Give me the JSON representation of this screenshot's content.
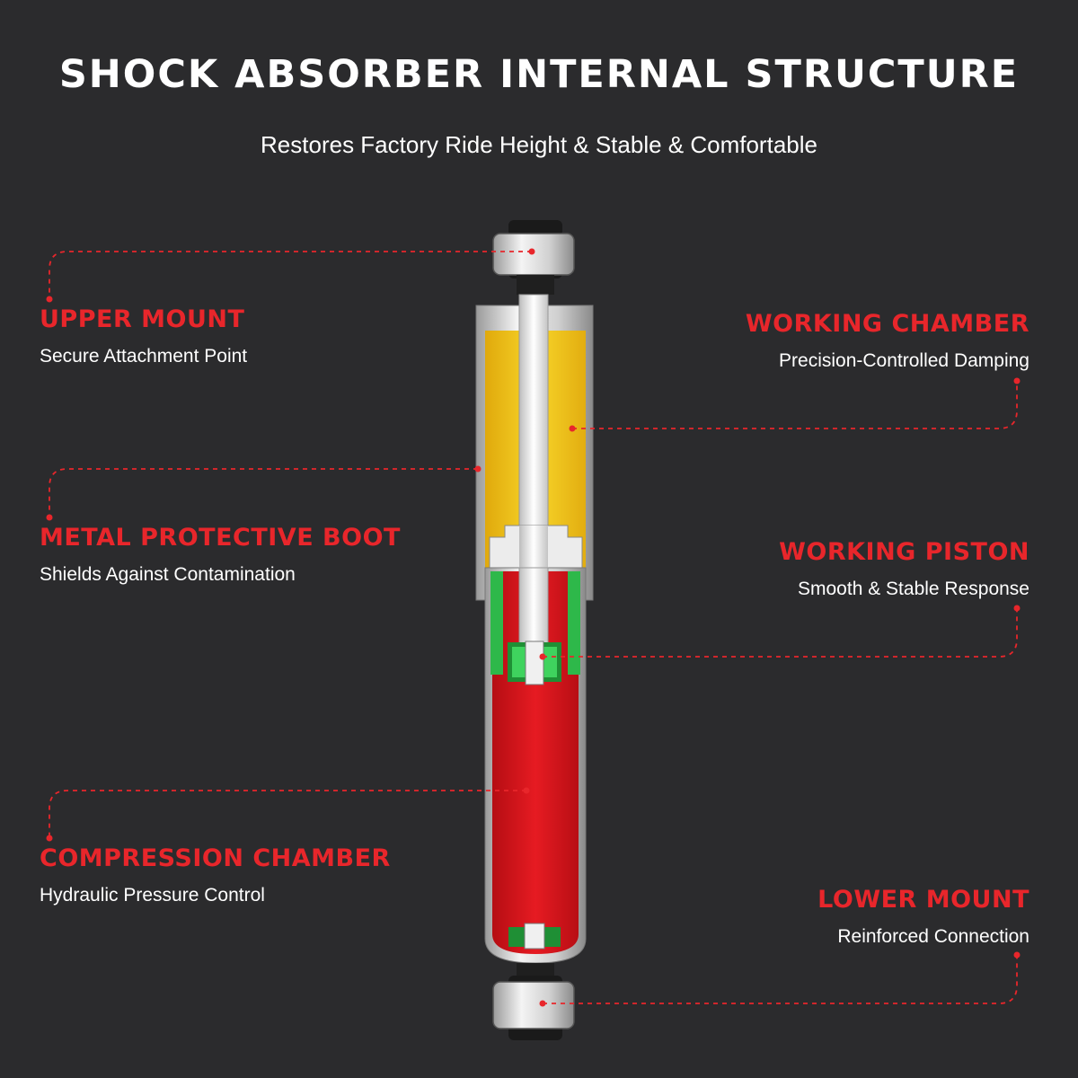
{
  "header": {
    "title": "SHOCK ABSORBER INTERNAL STRUCTURE",
    "subtitle": "Restores Factory Ride Height & Stable & Comfortable"
  },
  "parts": [
    {
      "name": "UPPER MOUNT",
      "description": "Secure Attachment Point"
    },
    {
      "name": "WORKING CHAMBER",
      "description": "Precision-Controlled Damping"
    },
    {
      "name": "METAL PROTECTIVE BOOT",
      "description": "Shields Against Contamination"
    },
    {
      "name": "WORKING PISTON",
      "description": "Smooth & Stable Response"
    },
    {
      "name": "COMPRESSION CHAMBER",
      "description": "Hydraulic Pressure Control"
    },
    {
      "name": "LOWER MOUNT",
      "description": "Reinforced Connection"
    }
  ],
  "colors": {
    "background": "#2b2b2d",
    "accent": "#e8262b",
    "working_chamber": "#f3c81a",
    "compression_chamber": "#d8141c",
    "seal_green": "#2eb84a",
    "metal": "#e6e6e6"
  }
}
